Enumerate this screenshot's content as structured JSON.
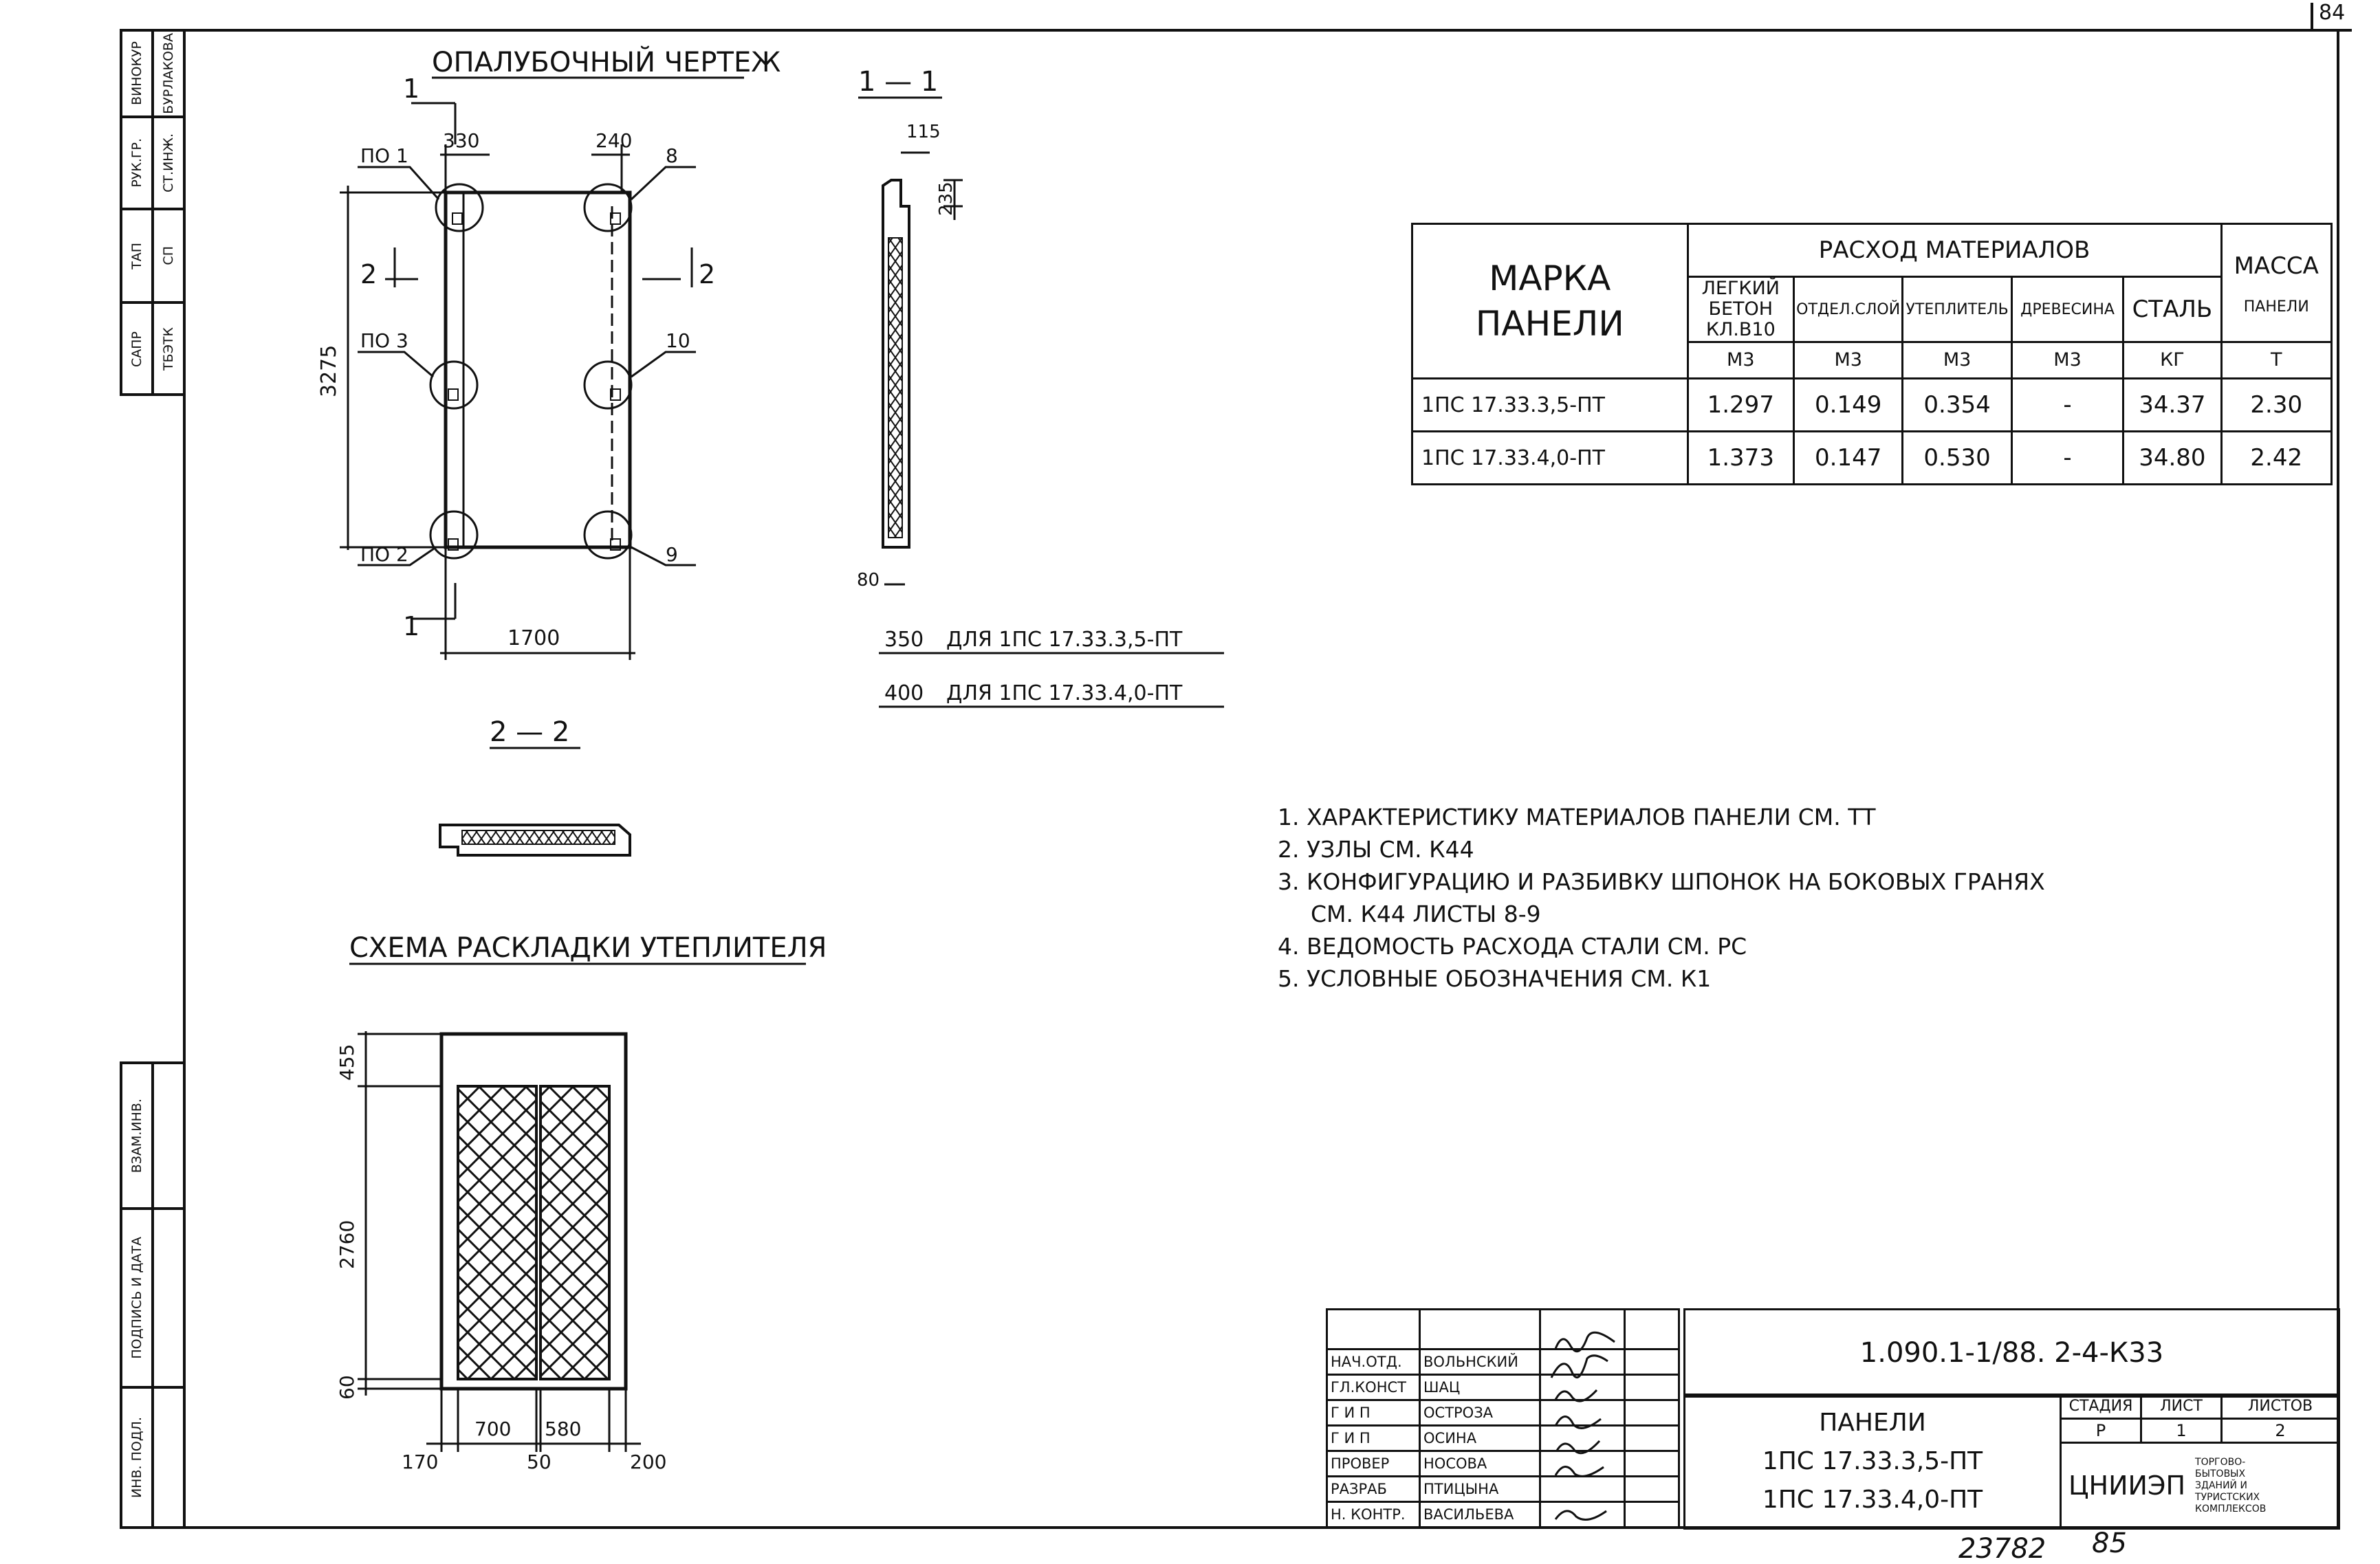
{
  "page_number": "84",
  "bottom_numbers": {
    "a": "23782",
    "b": "85"
  },
  "side_stamp": {
    "top": [
      {
        "role": "САПР",
        "name": "ТБЭТК"
      },
      {
        "role": "ТАП",
        "name": "СП"
      },
      {
        "role": "РУК.ГР.",
        "name": "СТ.ИНЖ."
      },
      {
        "role": "ВИНОКУР",
        "name": "БУРЛАКОВА"
      }
    ],
    "bottom": [
      "ИНВ. ПОДЛ.",
      "ПОДПИСЬ И ДАТА",
      "ВЗАМ.ИНВ."
    ]
  },
  "titles": {
    "formwork": "ОПАЛУБОЧНЫЙ ЧЕРТЕЖ",
    "section_1": "1 — 1",
    "section_2": "2 — 2",
    "insulation": "СХЕМА РАСКЛАДКИ УТЕПЛИТЕЛЯ"
  },
  "formwork": {
    "dims": {
      "d330": "330",
      "d240": "240",
      "height": "3275",
      "width": "1700"
    },
    "cut_marks": {
      "c1_top": "1",
      "c1_bottom": "1",
      "c2_left": "2",
      "c2_right": "2"
    },
    "nodes": {
      "po1": "ПО 1",
      "po3": "ПО 3",
      "po2": "ПО 2",
      "n8": "8",
      "n10": "10",
      "n9": "9"
    }
  },
  "section_1": {
    "dims": {
      "d115": "115",
      "d235": "235",
      "d80": "80"
    },
    "legend": [
      {
        "dim": "350",
        "text": "ДЛЯ 1ПС 17.33.3,5-ПТ"
      },
      {
        "dim": "400",
        "text": "ДЛЯ 1ПС 17.33.4,0-ПТ"
      }
    ]
  },
  "insulation": {
    "dims": {
      "d455": "455",
      "d2760": "2760",
      "d60": "60",
      "d700": "700",
      "d580": "580",
      "d170": "170",
      "d50": "50",
      "d200": "200"
    }
  },
  "materials_table": {
    "mark_header": [
      "МАРКА",
      "ПАНЕЛИ"
    ],
    "group_header": "РАСХОД МАТЕРИАЛОВ",
    "mass_header": [
      "МАССА",
      "ПАНЕЛИ",
      "Т"
    ],
    "columns": [
      {
        "name": [
          "ЛЕГКИЙ",
          "БЕТОН",
          "КЛ.В10"
        ],
        "unit": "М3"
      },
      {
        "name": [
          "ОТДЕЛ.СЛОЙ"
        ],
        "unit": "М3"
      },
      {
        "name": [
          "УТЕПЛИТЕЛЬ"
        ],
        "unit": "М3"
      },
      {
        "name": [
          "ДРЕВЕСИНА"
        ],
        "unit": "М3"
      },
      {
        "name": [
          "СТАЛЬ"
        ],
        "unit": "КГ"
      }
    ],
    "rows": [
      {
        "mark": "1ПС 17.33.3,5-ПТ",
        "values": [
          "1.297",
          "0.149",
          "0.354",
          "-",
          "34.37",
          "2.30"
        ]
      },
      {
        "mark": "1ПС 17.33.4,0-ПТ",
        "values": [
          "1.373",
          "0.147",
          "0.530",
          "-",
          "34.80",
          "2.42"
        ]
      }
    ]
  },
  "notes": [
    "1. ХАРАКТЕРИСТИКУ МАТЕРИАЛОВ ПАНЕЛИ СМ. ТТ",
    "2. УЗЛЫ СМ. К44",
    "3. КОНФИГУРАЦИЮ И РАЗБИВКУ ШПОНОК НА БОКОВЫХ ГРАНЯХ",
    "СМ. К44 ЛИСТЫ 8-9",
    "4. ВЕДОМОСТЬ РАСХОДА СТАЛИ СМ. РС",
    "5. УСЛОВНЫЕ ОБОЗНАЧЕНИЯ СМ. К1"
  ],
  "stamp": {
    "people": [
      {
        "role": "НАЧ.ОТД.",
        "name": "ВОЛЬНСКИЙ"
      },
      {
        "role": "ГЛ.КОНСТ",
        "name": "ШАЦ"
      },
      {
        "role": "Г И П",
        "name": "ОСТРОЗА"
      },
      {
        "role": "Г И П",
        "name": "ОСИНА"
      },
      {
        "role": "ПРОВЕР",
        "name": "НОСОВА"
      },
      {
        "role": "РАЗРАБ",
        "name": "ПТИЦЫНА"
      },
      {
        "role": "Н. КОНТР.",
        "name": "ВАСИЛЬЕВА"
      }
    ],
    "code": "1.090.1-1/88. 2-4-К33",
    "title": [
      "ПАНЕЛИ",
      "1ПС 17.33.3,5-ПТ",
      "1ПС 17.33.4,0-ПТ"
    ],
    "stage_label": "СТАДИЯ",
    "sheet_label": "ЛИСТ",
    "sheets_label": "ЛИСТОВ",
    "stage": "Р",
    "sheet": "1",
    "sheets": "2",
    "org": "ЦНИИЭП",
    "org_desc": [
      "ТОРГОВО-",
      "БЫТОВЫХ",
      "ЗДАНИЙ И",
      "ТУРИСТСКИХ",
      "КОМПЛЕКСОВ"
    ]
  }
}
